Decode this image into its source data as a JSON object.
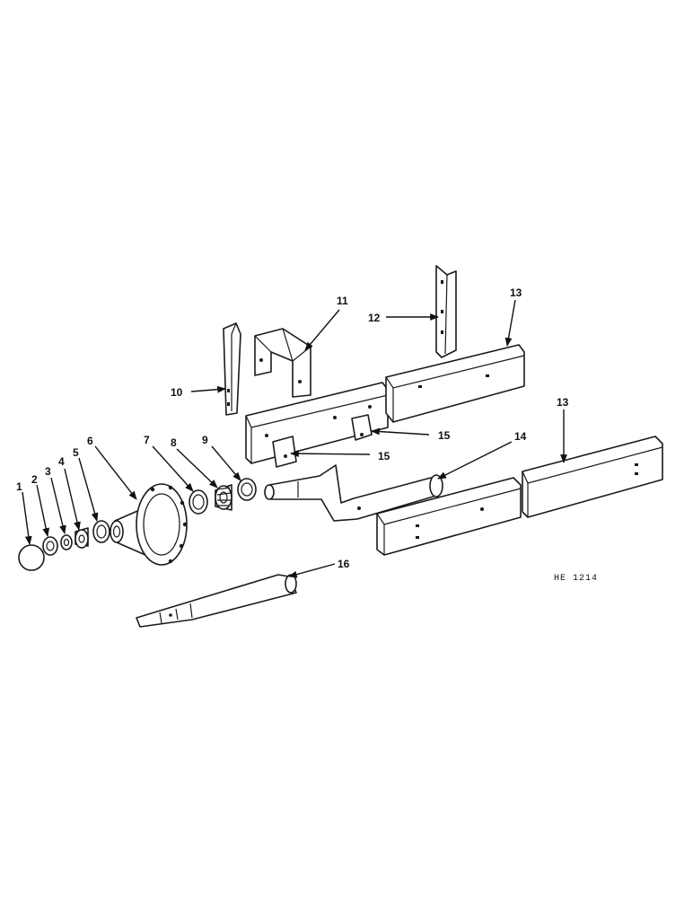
{
  "diagram": {
    "reference_code": "HE 1214",
    "callouts": {
      "c1": "1",
      "c2": "2",
      "c3": "3",
      "c4": "4",
      "c5": "5",
      "c6": "6",
      "c7": "7",
      "c8": "8",
      "c9": "9",
      "c10": "10",
      "c11": "11",
      "c12": "12",
      "c13a": "13",
      "c13b": "13",
      "c14": "14",
      "c15a": "15",
      "c15b": "15",
      "c16": "16"
    }
  }
}
